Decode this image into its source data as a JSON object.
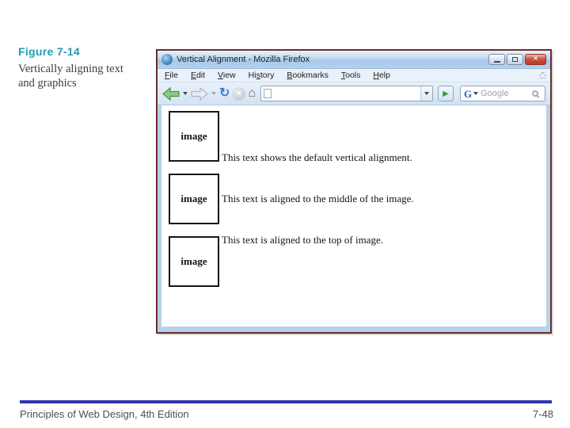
{
  "colors": {
    "teal": "#1f9db2",
    "footer-line": "#3335ad",
    "fig-border": "#6a2c2c",
    "close-red": "#cf5240",
    "back-green": "#8ccا84"
  },
  "slide": {
    "figure_label": "Figure 7-14",
    "caption_line1": "Vertically aligning text",
    "caption_line2": "and graphics",
    "footer_left": "Principles of Web Design, 4th Edition",
    "footer_right": "7-48"
  },
  "browser": {
    "title": "Vertical Alignment - Mozilla Firefox",
    "menu": {
      "items": [
        {
          "label": "File",
          "accel": 0
        },
        {
          "label": "Edit",
          "accel": 0
        },
        {
          "label": "View",
          "accel": 0
        },
        {
          "label": "History",
          "accel": 2
        },
        {
          "label": "Bookmarks",
          "accel": 0
        },
        {
          "label": "Tools",
          "accel": 0
        },
        {
          "label": "Help",
          "accel": 0
        }
      ]
    },
    "toolbar": {
      "url_value": "",
      "search_engine": "Google",
      "search_placeholder": "Google"
    },
    "icons": {
      "reload": "↻",
      "stop": "×",
      "home": "⌂",
      "go": "▶",
      "close": "×",
      "search_engine_logo": "G"
    },
    "page": {
      "rows": [
        {
          "image_label": "image",
          "text": "This text shows the default vertical alignment.",
          "align": "baseline"
        },
        {
          "image_label": "image",
          "text": "This text is aligned to the middle of the image.",
          "align": "middle"
        },
        {
          "image_label": "image",
          "text": "This text is aligned to the top of image.",
          "align": "top"
        }
      ]
    }
  }
}
